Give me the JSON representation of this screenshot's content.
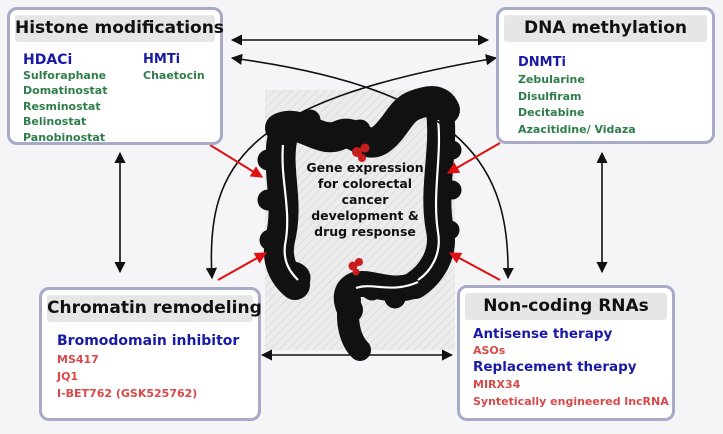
{
  "center": {
    "lines": [
      "Gene expression",
      "for colorectal",
      "cancer",
      "development &",
      "drug response"
    ]
  },
  "histone": {
    "title": "Histone modifications",
    "hdaci": {
      "label": "HDACi",
      "items": [
        "Sulforaphane",
        "Domatinostat",
        "Resminostat",
        "Belinostat",
        "Panobinostat"
      ]
    },
    "hmti": {
      "label": "HMTi",
      "items": [
        "Chaetocin"
      ]
    }
  },
  "dna": {
    "title": "DNA methylation",
    "dnmti": {
      "label": "DNMTi",
      "items": [
        "Zebularine",
        "Disulfiram",
        "Decitabine",
        "Azacitidine/ Vidaza"
      ]
    }
  },
  "chromatin": {
    "title": "Chromatin remodeling",
    "bromo": {
      "label": "Bromodomain inhibitor",
      "items": [
        "MS417",
        "JQ1",
        "I-BET762 (GSK525762)"
      ]
    }
  },
  "ncrna": {
    "title": "Non-coding RNAs",
    "antisense": {
      "label": "Antisense therapy",
      "items": [
        "ASOs"
      ]
    },
    "replacement": {
      "label": "Replacement therapy",
      "items": [
        "MIRX34",
        "Syntetically engineered lncRNA"
      ]
    }
  },
  "colors": {
    "box_border": "#a7abc8",
    "category_blue": "#1a1aa6",
    "drug_green": "#2e7d4a",
    "drug_red": "#d94848",
    "arrow_red": "#e01010"
  }
}
